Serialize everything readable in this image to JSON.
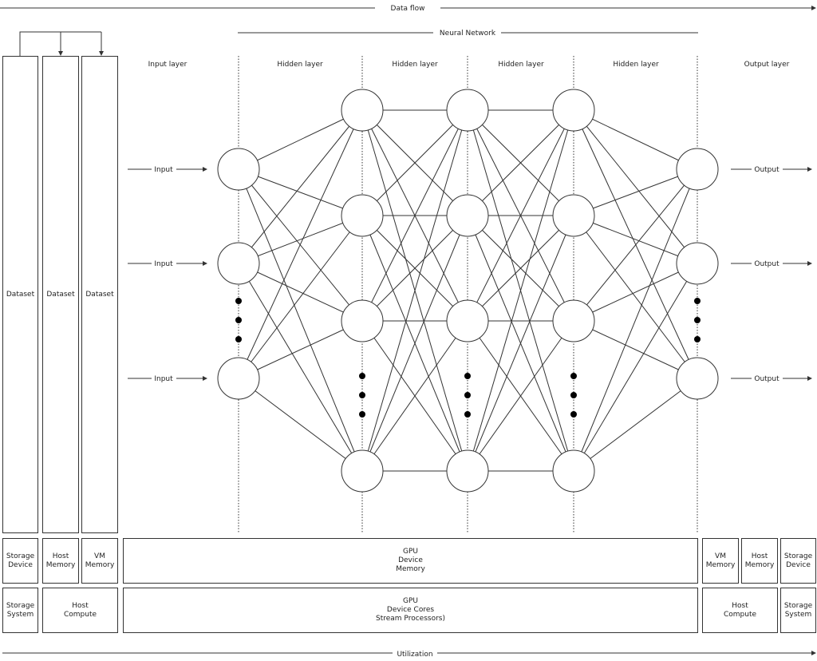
{
  "header": {
    "data_flow_label": "Data flow",
    "neural_network_label": "Neural Network"
  },
  "footer": {
    "utilization_label": "Utilization"
  },
  "layer_headers": [
    "Input layer",
    "Hidden layer",
    "Hidden layer",
    "Hidden layer",
    "Hidden layer",
    "Output layer"
  ],
  "network": {
    "layers": [
      {
        "name": "input",
        "visible_nodes": 3,
        "ellipsis_after_index": 1
      },
      {
        "name": "hidden-1",
        "visible_nodes": 4,
        "ellipsis_after_index": 2
      },
      {
        "name": "hidden-2",
        "visible_nodes": 4,
        "ellipsis_after_index": 2
      },
      {
        "name": "hidden-3",
        "visible_nodes": 4,
        "ellipsis_after_index": 2
      },
      {
        "name": "output",
        "visible_nodes": 3,
        "ellipsis_after_index": 1
      }
    ],
    "connectivity": "fully-connected",
    "input_labels": [
      "Input",
      "Input",
      "Input"
    ],
    "output_labels": [
      "Output",
      "Output",
      "Output"
    ]
  },
  "left_columns": {
    "datasets": [
      "Dataset",
      "Dataset",
      "Dataset"
    ],
    "memory_row": [
      "Storage\nDevice",
      "Host\nMemory",
      "VM\nMemory"
    ],
    "compute_row": [
      "Storage\nSystem",
      "Host\nCompute"
    ]
  },
  "center": {
    "gpu_memory": "GPU\nDevice\nMemory",
    "gpu_compute": "GPU\nDevice Cores\nStream Processors)"
  },
  "right_columns": {
    "memory_row": [
      "VM\nMemory",
      "Host\nMemory",
      "Storage\nDevice"
    ],
    "compute_row": [
      "Host\nCompute",
      "Storage\nSystem"
    ]
  },
  "colors": {
    "stroke": "#333333",
    "background": "#ffffff",
    "text": "#222222"
  }
}
